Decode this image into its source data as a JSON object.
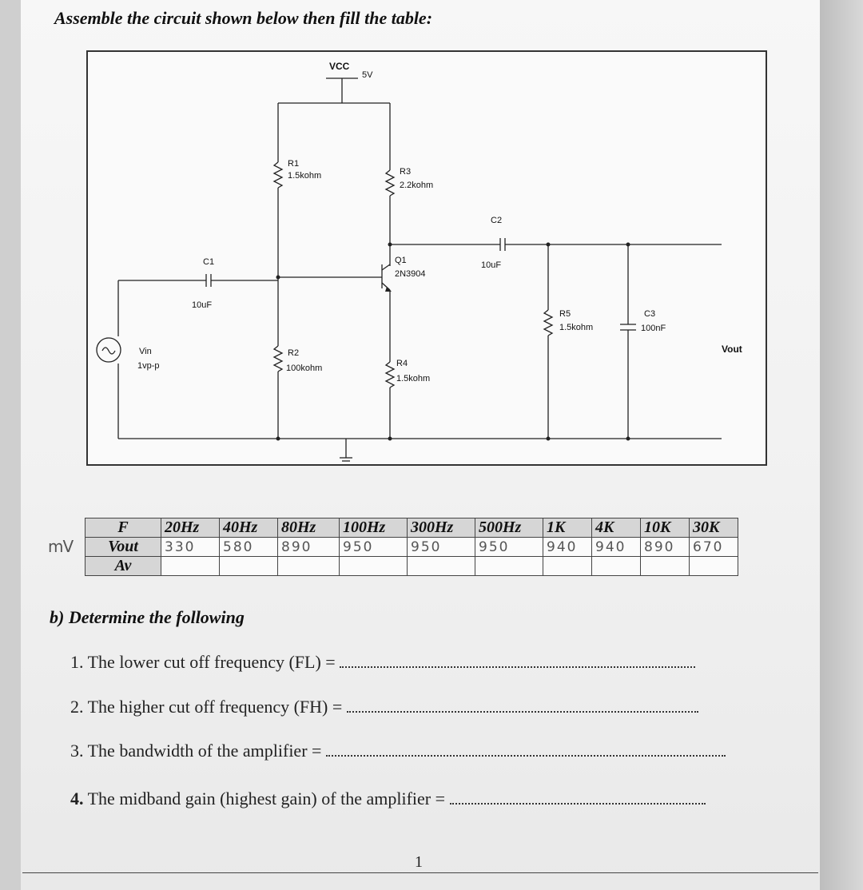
{
  "instruction": "Assemble the circuit shown below then fill the table:",
  "circuit": {
    "vcc_label": "VCC",
    "vcc_value": "5V",
    "r1_name": "R1",
    "r1_value": "1.5kohm",
    "r3_name": "R3",
    "r3_value": "2.2kohm",
    "c2_name": "C2",
    "c2_value": "10uF",
    "q1_name": "Q1",
    "q1_part": "2N3904",
    "c1_name": "C1",
    "c1_value": "10uF",
    "r5_name": "R5",
    "r5_value": "1.5kohm",
    "c3_name": "C3",
    "c3_value": "100nF",
    "vin_name": "Vin",
    "vin_value": "1vp-p",
    "r2_name": "R2",
    "r2_value": "100kohm",
    "r4_name": "R4",
    "r4_value": "1.5kohm",
    "vout_label": "Vout"
  },
  "table": {
    "row_labels": [
      "F",
      "Vout",
      "Av"
    ],
    "frequencies": [
      "20Hz",
      "40Hz",
      "80Hz",
      "100Hz",
      "300Hz",
      "500Hz",
      "1K",
      "4K",
      "10K",
      "30K"
    ],
    "vout_values": [
      "330",
      "580",
      "890",
      "950",
      "950",
      "950",
      "940",
      "940",
      "890",
      "670"
    ],
    "av_values": [
      "",
      "",
      "",
      "",
      "",
      "",
      "",
      "",
      "",
      ""
    ]
  },
  "margin_note": "mV",
  "part_b": {
    "heading": "b) Determine the following",
    "questions": [
      {
        "num": "1.",
        "text": "The lower cut off frequency (FL) ="
      },
      {
        "num": "2.",
        "text": "The higher cut off frequency (FH) ="
      },
      {
        "num": "3.",
        "text": "The bandwidth of the amplifier ="
      },
      {
        "num": "4.",
        "text": "The midband gain (highest gain) of the amplifier ="
      }
    ]
  },
  "page_number": "1"
}
